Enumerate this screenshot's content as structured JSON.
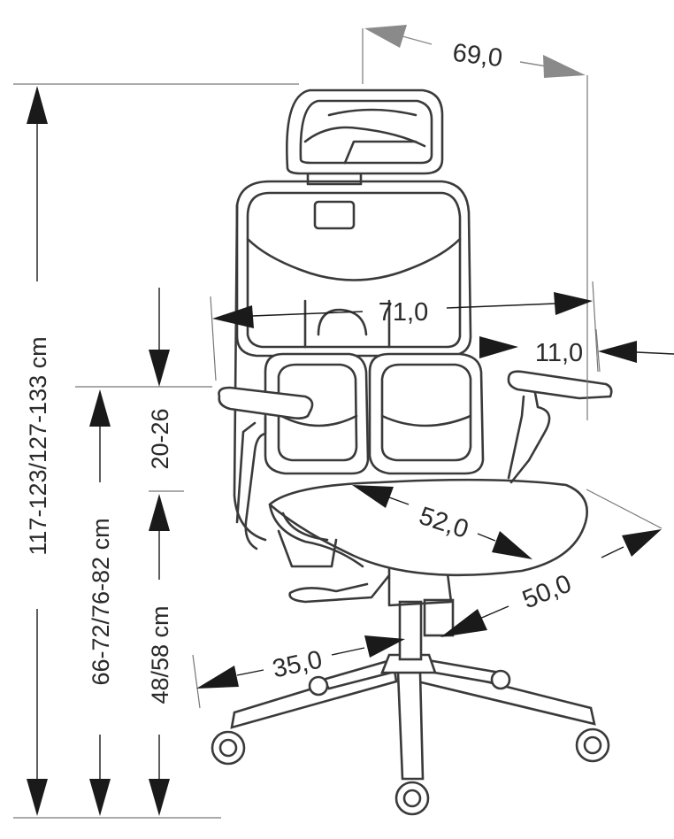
{
  "dimensions": {
    "total_height": "117-123/127-133 cm",
    "armrest_height": "66-72/76-82 cm",
    "seat_height": "48/58 cm",
    "armrest_adjust": "20-26",
    "depth": "69,0",
    "width": "71,0",
    "armrest_width": "11,0",
    "seat_depth": "52,0",
    "seat_width": "50,0",
    "base_radius": "35,0"
  },
  "colors": {
    "line": "#3a3a3a",
    "arrow": "#1a1a1a",
    "arrow_grey": "#8a8a8a"
  }
}
